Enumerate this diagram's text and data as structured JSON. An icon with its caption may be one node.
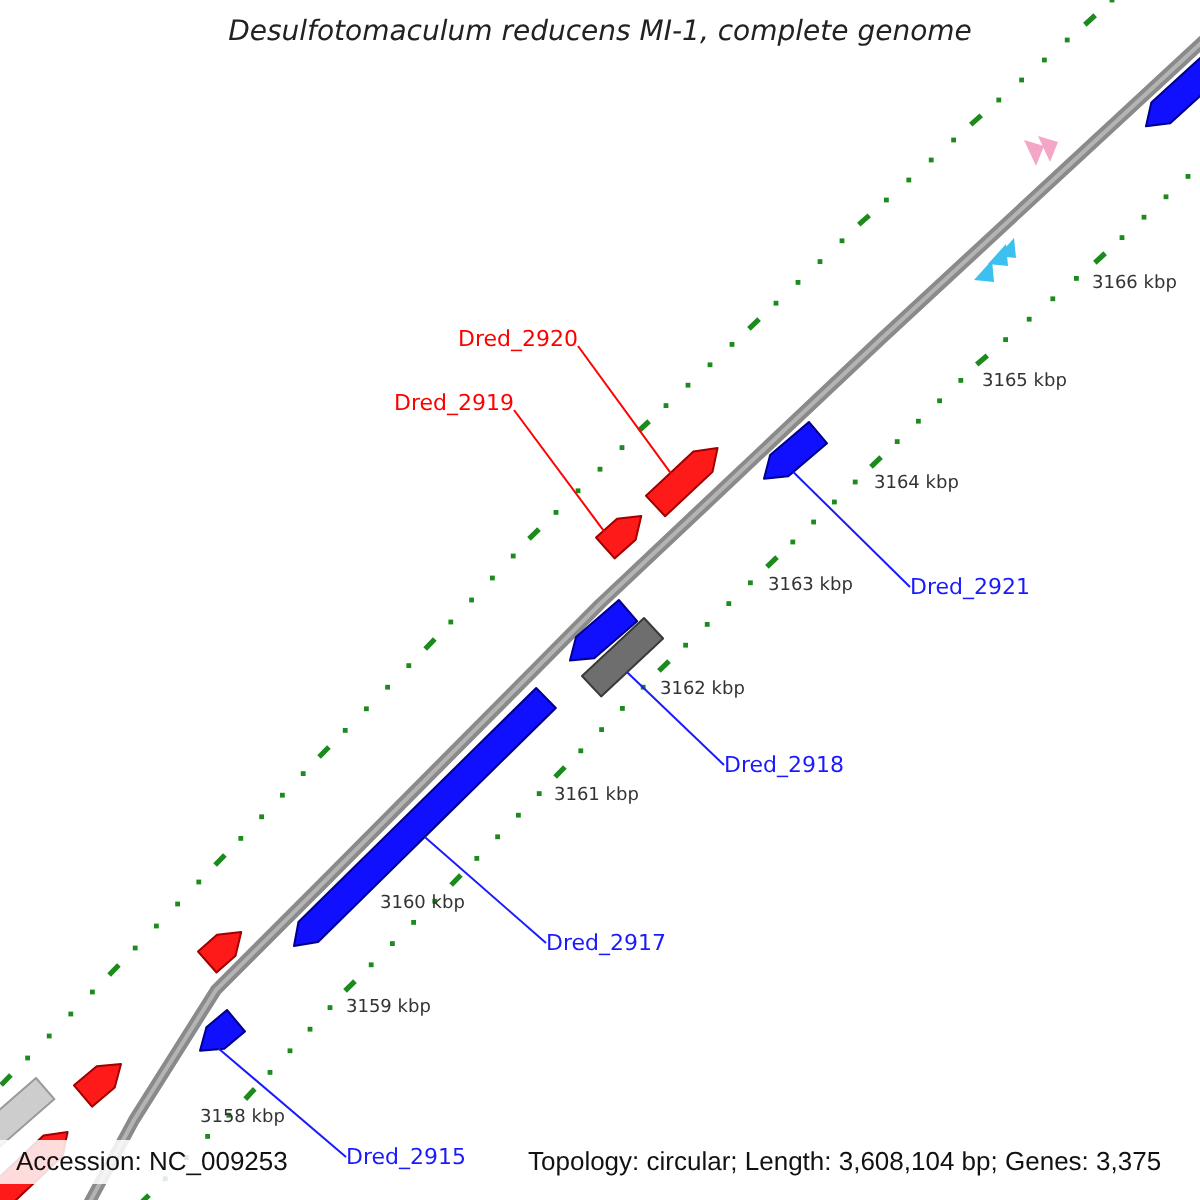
{
  "diagram": {
    "title": "Desulfotomaculum reducens MI-1, complete genome",
    "nodes": [
      {
        "text": [
          "Dred_2920"
        ]
      },
      {
        "text": [
          "Dred_2919"
        ]
      },
      {
        "text": [
          "Dred_2921"
        ]
      },
      {
        "text": [
          "Dred_2918"
        ]
      },
      {
        "text": [
          "Dred_2917"
        ]
      },
      {
        "text": [
          "Dred_2915"
        ]
      },
      {
        "text": [],
        "shape": "arrow"
      },
      {
        "text": [],
        "shape": "arrow"
      },
      {
        "text": [],
        "shape": "arrow"
      },
      {
        "text": [],
        "shape": "arrow"
      },
      {
        "text": [],
        "shape": "arrow"
      },
      {
        "text": [],
        "shape": "box"
      },
      {
        "text": [],
        "shape": "arrow"
      },
      {
        "text": [],
        "shape": "arrow"
      },
      {
        "text": [],
        "shape": "arrow"
      },
      {
        "text": [],
        "shape": "arrow"
      },
      {
        "text": [],
        "shape": "box"
      },
      {
        "text": [],
        "shape": "arrow"
      }
    ],
    "edges": [
      {
        "from": 0,
        "to": 7,
        "arrow": "none",
        "color": "#ff0000"
      },
      {
        "from": 1,
        "to": 9,
        "arrow": "none",
        "color": "#ff0000"
      },
      {
        "from": 2,
        "to": 8,
        "arrow": "none"
      },
      {
        "from": 3,
        "to": 11,
        "arrow": "none"
      },
      {
        "from": 4,
        "to": 12,
        "arrow": "none"
      },
      {
        "from": 5,
        "to": 14,
        "arrow": "none"
      }
    ],
    "labels": [
      "3166 kbp",
      "3165 kbp",
      "3164 kbp",
      "3163 kbp",
      "3162 kbp",
      "3161 kbp",
      "3160 kbp",
      "3159 kbp",
      "3158 kbp",
      "Accession: NC_009253",
      "Topology: circular; Length: 3,608,104 bp; Genes: 3,375"
    ]
  }
}
